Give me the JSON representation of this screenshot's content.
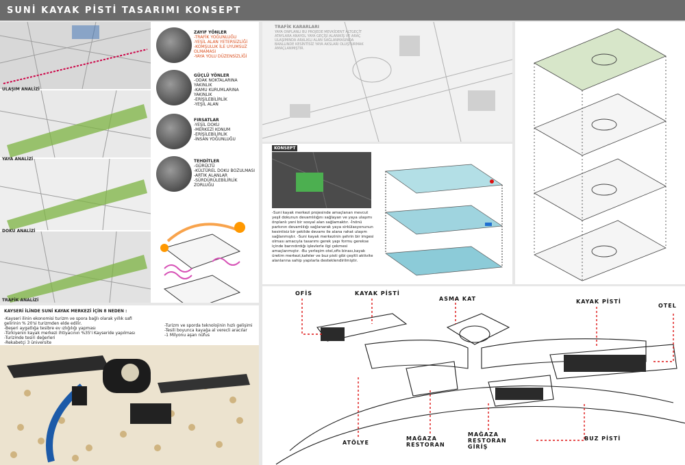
{
  "header": {
    "title": "SUNİ KAYAK PİSTİ TASARIMI KONSEPT"
  },
  "analysis": {
    "map_labels": [
      "ULAŞIM ANALİZİ",
      "YAYA ANALİZİ",
      "DOKU ANALİZİ",
      "TRAFİK ANALİZİ"
    ],
    "swot": [
      {
        "title": "ZAYIF YÖNLER",
        "items": [
          "-TRAFİK YOĞUNLUĞU",
          "-YEŞİL ALAN YETERSİZLİĞİ",
          "-KOMŞULUK İLE UYUMSUZ OLMAMASI",
          "-YAYA YOLU DÜZENSİZLİĞİ"
        ]
      },
      {
        "title": "GÜÇLÜ YÖNLER",
        "items": [
          "-ODAK NOKTALARINA YAKINLIK",
          "-KAMU KURUMLARINA YAKINLIK",
          "-ERİŞİLEBİLİRLİK",
          "-YEŞİL ALAN"
        ]
      },
      {
        "title": "FIRSATLAR",
        "items": [
          "-YEŞİL DOKU",
          "-MERKEZİ KONUM",
          "-ERİŞİLEBİLİRLİK",
          "-İNSAN YOĞUNLUĞU"
        ]
      },
      {
        "title": "TEHDİTLER",
        "items": [
          "-GÜRÜLTÜ",
          "-KÜLTÜREL DOKU BOZULMASI",
          "-ARTIK ALANLAR",
          "-SÜRDÜRÜLEBİLİRLİK ZORLUĞU"
        ]
      }
    ]
  },
  "why": {
    "title": "KAYSERİ İLİNDE SUNİ KAYAK MERKEZİ İÇİN 8 NEDEN :",
    "left_items": [
      "-Kayseri ilinin ekonomisi turizm ve spora bağlı olarak yıllık safi gelirinin % 20'si turizmden elde edilir.",
      "-Beşeri aygatlığa tesibre ev ızlığılığı yapması",
      "-Türkiyenin kayak merkezi ihtiyacının %35'i Kayseride yapılması",
      "-Turizmde tesiri değerleri",
      "-Rekabetçi 3 üniversite"
    ],
    "right_items": [
      "-Turizm ve sporda teknolojinin hızlı gelişimi",
      "-Tesili boyunca kayağa al verecli aracılar",
      "-1 Milyonu aşan nüfus"
    ]
  },
  "traffic": {
    "title": "TRAFİK KARARLARI",
    "text": "YAYA ONPLANLI BU PROJEDE MEVKİDENT ALTGEÇİT ATAYLARA ANAYOL YAYA GEÇİŞİ ALANIKİŞ VE ARAÇ ULAŞIMINDA ARALIKLI ALAN SAĞLANMASINDA BANLLINDE KESİNTİSİZ YAYA AKSLARI OLUŞTURMAK AMAÇLANMIŞTIR."
  },
  "concept": {
    "title": "KONSEPT",
    "text": "-Suni kayak merkezi projesinde amaçlanan mevcut yeşil dokunun devamlılığını sağlayan ve yaya ulaşımı önplanlı yeni bir sosyal alan sağlamaktır. -İnönü parkının devamlılığı sağlanarak yaya sirkülasyonunun kesintisiz bir şekilde devamı ile alana rahat ulaşım sağlanmıştır. -Suni kayak merkezinin şehrin bir imgesi olması amacıyla tasarımı gerek yapı formu gerekse içinde barındırdığı işlevlerle ilgi çekmesi amaçlanmıştır. -Bu yerleşim otel,ofis binası,kayak üretim merkezi,kafeler ve buz pisti gibi çeşitli aktivite alanlarına sahip yapılarla desteklendirilmiştir."
  },
  "perspective": {
    "labels": {
      "ofis": "OFİS",
      "kayak_pisti_1": "KAYAK PİSTİ",
      "asma_kat": "ASMA KAT",
      "kayak_pisti_2": "KAYAK PİSTİ",
      "otel": "OTEL",
      "atolye": "ATÖLYE",
      "magaza_restoran": "MAĞAZA\nRESTORAN",
      "magaza_restoran_giris": "MAĞAZA\nRESTORAN\nGİRİŞ",
      "buz_pisti": "BUZ PİSTİ"
    }
  },
  "colors": {
    "accent": "#d11f1f",
    "header_band": "#6b6b6b",
    "green": "#8bc34a",
    "water": "#7ec8e3"
  }
}
